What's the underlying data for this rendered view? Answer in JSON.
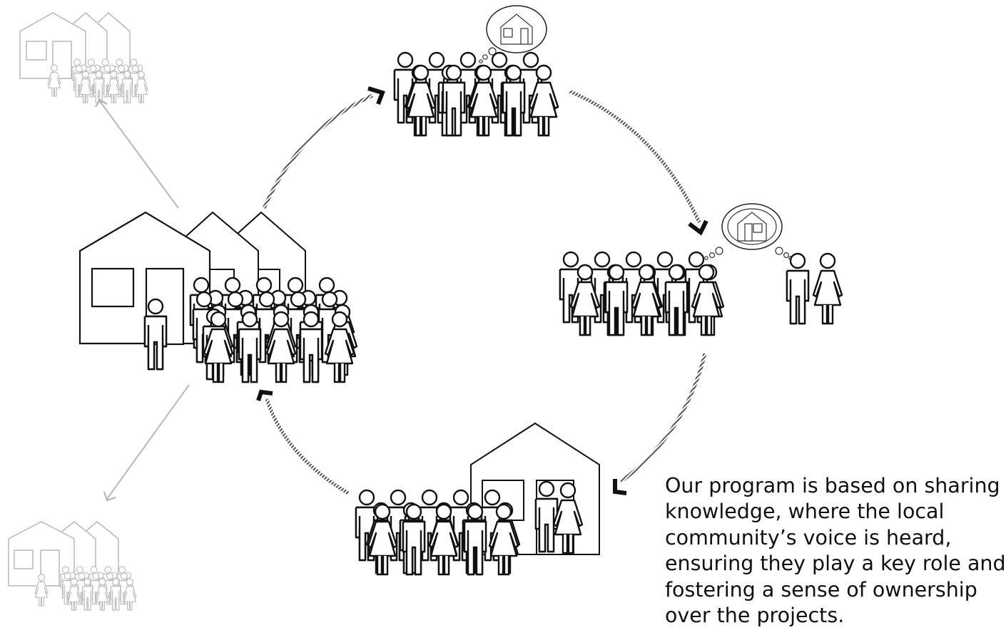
{
  "caption": {
    "lines": [
      "Our program is based on sharing",
      "knowledge, where the local",
      "community’s voice is heard,",
      "ensuring they play a key role and",
      "fostering a sense of ownership",
      "over the projects."
    ]
  },
  "colors": {
    "ink": "#111111",
    "faded": "#a8a8a8",
    "arrow_hatch": "#555555"
  },
  "icons": [
    "house-icon",
    "man-icon",
    "woman-icon",
    "thought-bubble-icon",
    "arrow-icon"
  ]
}
